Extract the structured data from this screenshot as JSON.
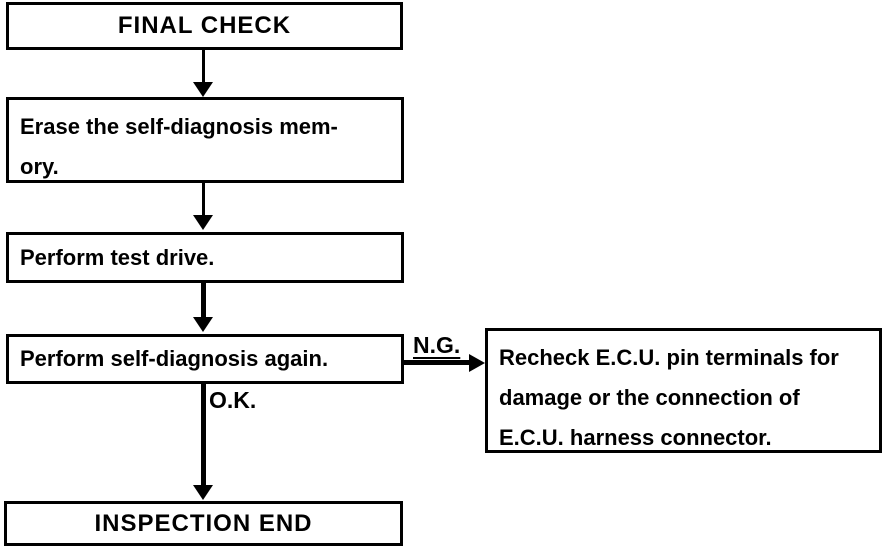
{
  "nodes": {
    "final_check": {
      "label": "FINAL CHECK"
    },
    "erase_memory": {
      "line1": "Erase the self-diagnosis mem-",
      "line2": "ory."
    },
    "test_drive": {
      "label": "Perform test drive."
    },
    "self_diagnosis": {
      "label": "Perform self-diagnosis again."
    },
    "recheck_ecu": {
      "line1": "Recheck E.C.U. pin terminals for",
      "line2": "damage or the connection of",
      "line3": "E.C.U. harness connector."
    },
    "inspection_end": {
      "label": "INSPECTION END"
    }
  },
  "edges": {
    "ng_label": "N.G.",
    "ok_label": "O.K."
  },
  "colors": {
    "background": "#ffffff",
    "ink": "#000000"
  }
}
